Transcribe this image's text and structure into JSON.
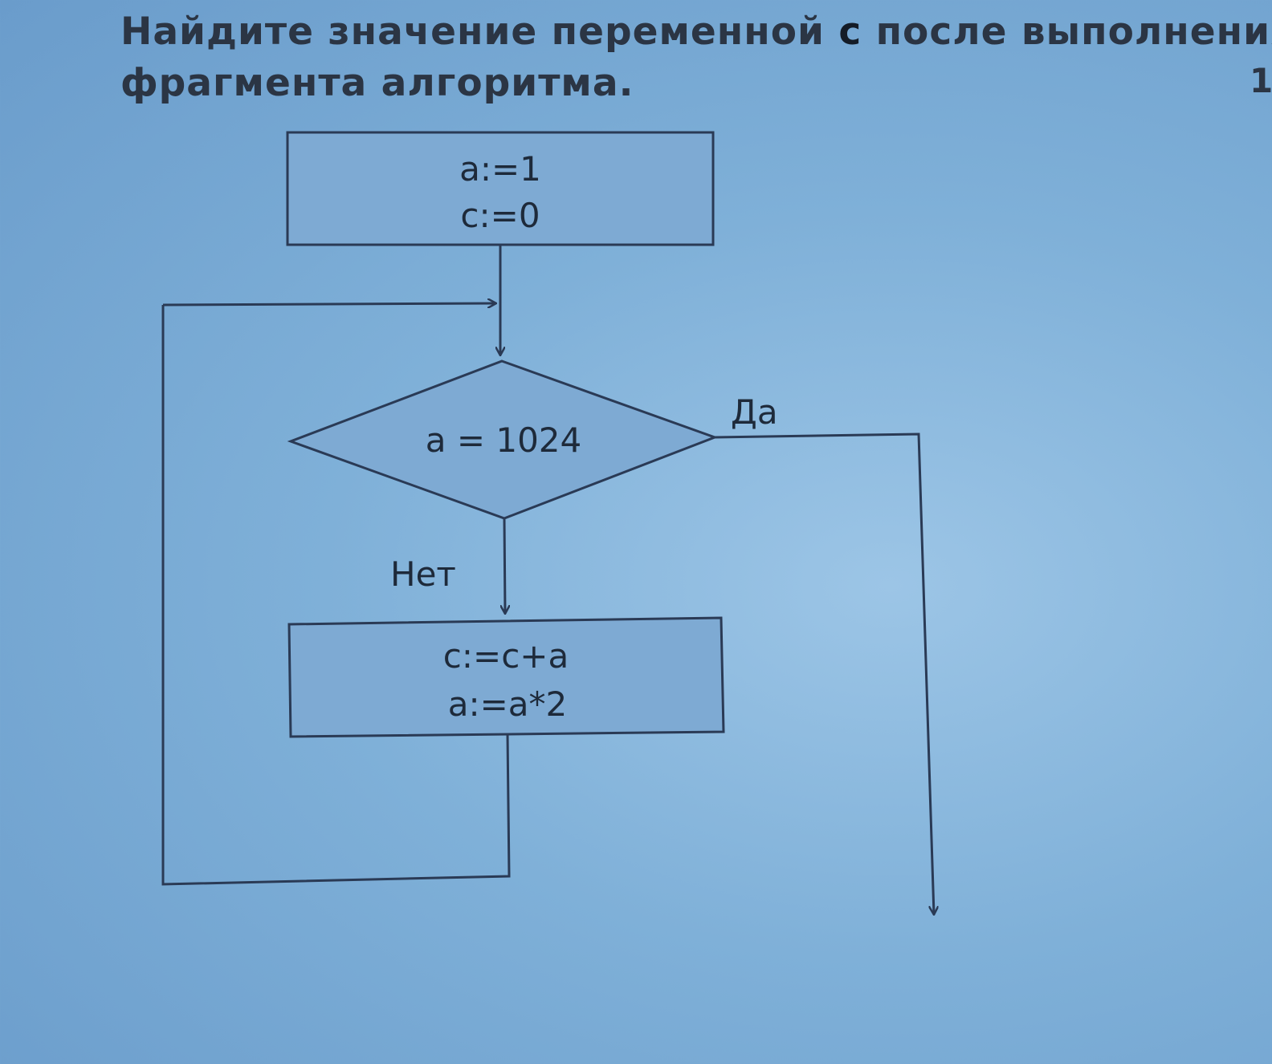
{
  "task": {
    "line1_before": "Найдите значение переменной ",
    "variable": "с",
    "line1_after": " после выполнения",
    "line2": "фрагмента алгоритма."
  },
  "page_number": "1",
  "flowchart": {
    "init": {
      "line1": "a:=1",
      "line2": "c:=0"
    },
    "condition": {
      "label": "a = 1024",
      "yes_label": "Да",
      "no_label": "Нет"
    },
    "body": {
      "line1": "c:=c+a",
      "line2": "a:=a*2"
    }
  },
  "colors": {
    "block_fill": "#7eaad3",
    "stroke": "#2a3a55"
  }
}
